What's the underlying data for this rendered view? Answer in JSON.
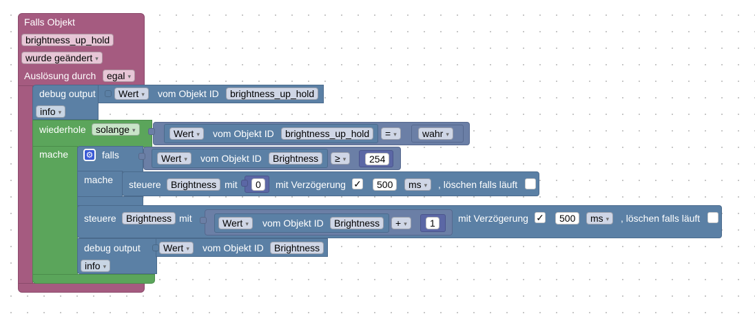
{
  "event_block": {
    "title": "Falls Objekt",
    "object_id": "brightness_up_hold",
    "trigger": "wurde geändert",
    "trigger_by_label": "Auslösung durch",
    "trigger_by_value": "egal"
  },
  "debug1": {
    "label": "debug output",
    "value_type": "Wert",
    "from_label": "vom Objekt ID",
    "object_id": "brightness_up_hold",
    "level": "info"
  },
  "loop": {
    "label": "wiederhole",
    "mode": "solange",
    "do_label": "mache",
    "cond": {
      "value_type": "Wert",
      "from_label": "vom Objekt ID",
      "object_id": "brightness_up_hold",
      "operator": "=",
      "bool_value": "wahr"
    }
  },
  "if_block": {
    "label": "falls",
    "do_label": "mache",
    "cond": {
      "value_type": "Wert",
      "from_label": "vom Objekt ID",
      "object_id": "Brightness",
      "operator": "≥",
      "number": "254"
    },
    "set": {
      "label": "steuere",
      "object_id": "Brightness",
      "with_label": "mit",
      "value": "0",
      "delay_label": "mit Verzögerung",
      "delay_checked": "✓",
      "delay": "500",
      "unit": "ms",
      "clear_label": ", löschen falls läuft"
    }
  },
  "set2": {
    "label": "steuere",
    "object_id": "Brightness",
    "with_label": "mit",
    "expr_value_type": "Wert",
    "expr_from_label": "vom Objekt ID",
    "expr_object_id": "Brightness",
    "expr_operator": "+",
    "expr_number": "1",
    "delay_label": "mit Verzögerung",
    "delay_checked": "✓",
    "delay": "500",
    "unit": "ms",
    "clear_label": ", löschen falls läuft"
  },
  "debug2": {
    "label": "debug output",
    "value_type": "Wert",
    "from_label": "vom Objekt ID",
    "object_id": "Brightness",
    "level": "info"
  },
  "icons": {
    "dropdown": "▾",
    "gear": "⚙"
  }
}
